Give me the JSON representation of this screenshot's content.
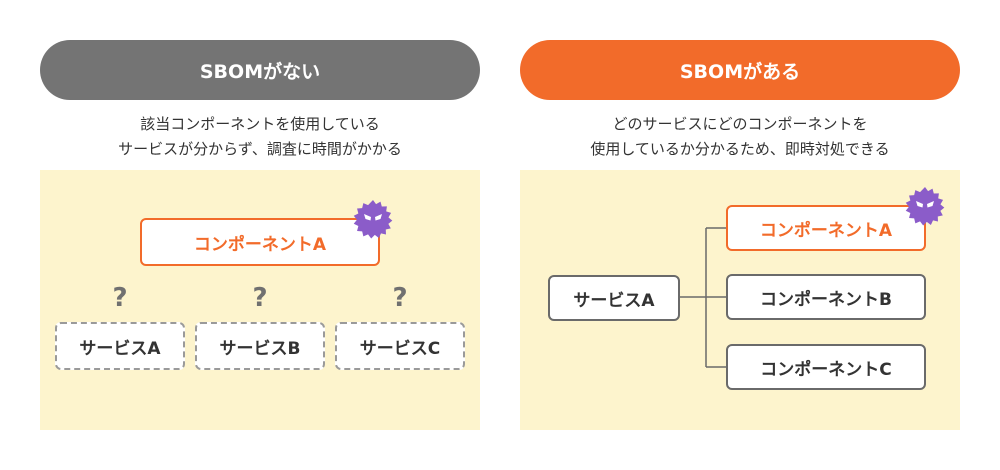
{
  "colors": {
    "without_pill": "#747474",
    "with_pill": "#f26b2a",
    "area_bg": "#fdf4cd",
    "virus": "#8b5cc9"
  },
  "without": {
    "header": "SBOMがない",
    "caption_lines": [
      "該当コンポーネントを使用している",
      "サービスが分からず、調査に時間がかかる"
    ],
    "component": "コンポーネントA",
    "unknown_mark": "?",
    "services": [
      "サービスA",
      "サービスB",
      "サービスC"
    ]
  },
  "with": {
    "header": "SBOMがある",
    "caption_lines": [
      "どのサービスにどのコンポーネントを",
      "使用しているか分かるため、即時対処できる"
    ],
    "service": "サービスA",
    "components": [
      "コンポーネントA",
      "コンポーネントB",
      "コンポーネントC"
    ]
  }
}
